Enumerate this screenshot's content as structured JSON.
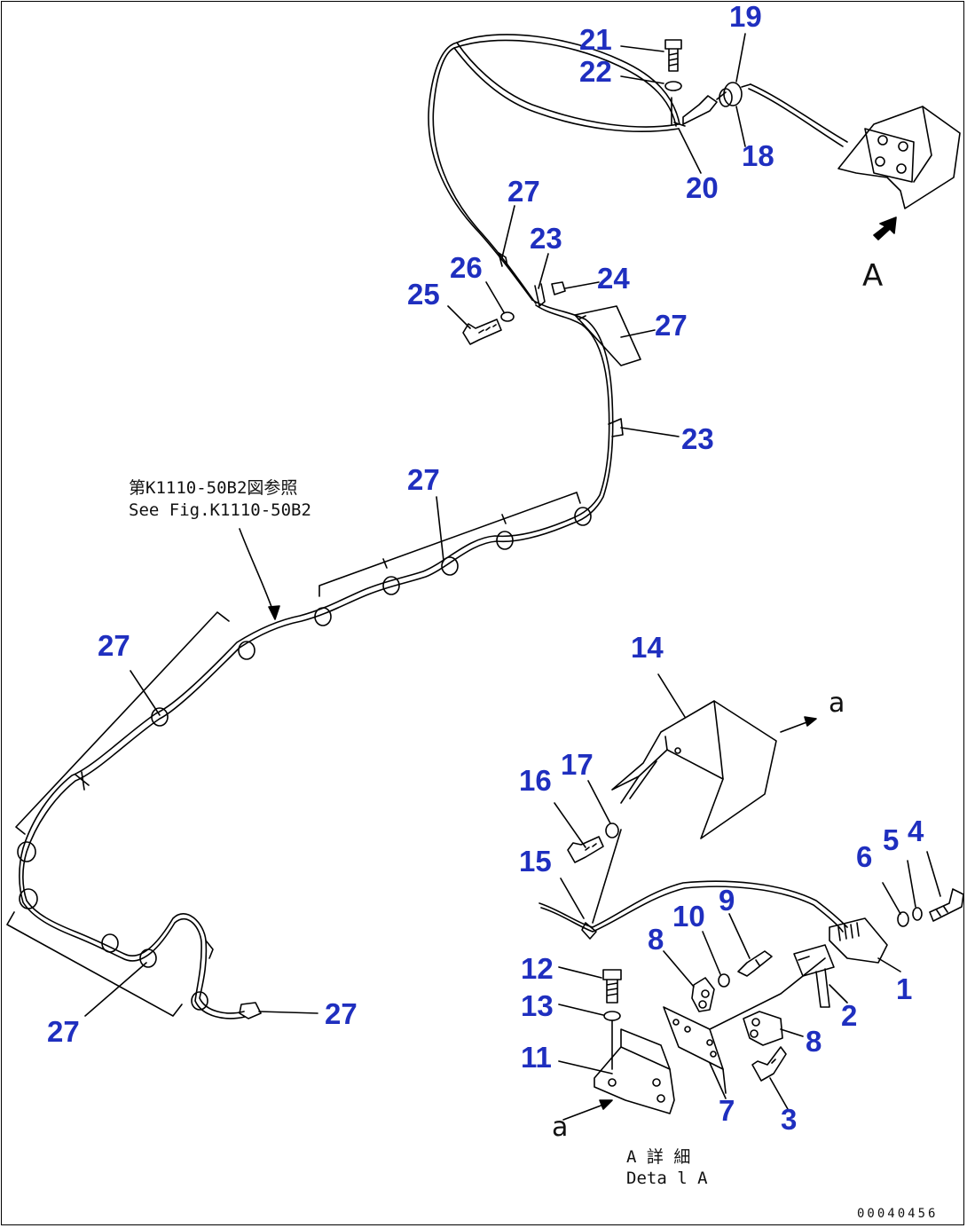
{
  "diagram": {
    "callouts": [
      {
        "id": "c21",
        "text": "21"
      },
      {
        "id": "c22",
        "text": "22"
      },
      {
        "id": "c19",
        "text": "19"
      },
      {
        "id": "c18",
        "text": "18"
      },
      {
        "id": "c20",
        "text": "20"
      },
      {
        "id": "c27a",
        "text": "27"
      },
      {
        "id": "c23a",
        "text": "23"
      },
      {
        "id": "c26",
        "text": "26"
      },
      {
        "id": "c24",
        "text": "24"
      },
      {
        "id": "c25",
        "text": "25"
      },
      {
        "id": "c27b",
        "text": "27"
      },
      {
        "id": "c23b",
        "text": "23"
      },
      {
        "id": "c27c",
        "text": "27"
      },
      {
        "id": "c27d",
        "text": "27"
      },
      {
        "id": "c14",
        "text": "14"
      },
      {
        "id": "c17",
        "text": "17"
      },
      {
        "id": "c16",
        "text": "16"
      },
      {
        "id": "c15",
        "text": "15"
      },
      {
        "id": "c6",
        "text": "6"
      },
      {
        "id": "c5",
        "text": "5"
      },
      {
        "id": "c4",
        "text": "4"
      },
      {
        "id": "c9",
        "text": "9"
      },
      {
        "id": "c10",
        "text": "10"
      },
      {
        "id": "c8a",
        "text": "8"
      },
      {
        "id": "c1",
        "text": "1"
      },
      {
        "id": "c2",
        "text": "2"
      },
      {
        "id": "c8b",
        "text": "8"
      },
      {
        "id": "c12",
        "text": "12"
      },
      {
        "id": "c13",
        "text": "13"
      },
      {
        "id": "c11",
        "text": "11"
      },
      {
        "id": "c7",
        "text": "7"
      },
      {
        "id": "c3",
        "text": "3"
      },
      {
        "id": "c27e",
        "text": "27"
      },
      {
        "id": "c27f",
        "text": "27"
      }
    ],
    "reference_note": {
      "jp": "第K1110-50B2図参照",
      "en": "See Fig.K1110-50B2"
    },
    "view_marker": "A",
    "section_letter_upper": "a",
    "section_letter_lower": "a",
    "detail_label": {
      "jp": "A 詳 細",
      "en": "Deta l A"
    },
    "drawing_code": "00040456",
    "colors": {
      "callout": "#1f2fbf",
      "line": "#000000",
      "background": "#ffffff"
    }
  }
}
